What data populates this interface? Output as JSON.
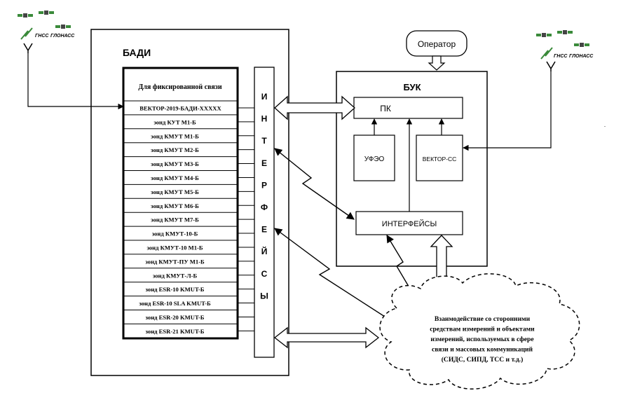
{
  "badi": {
    "title": "БАДИ",
    "list_header": "Для фиксированной связи",
    "items": [
      "ВЕКТОР-2019-БАДИ-XXXXX",
      "зонд КУТ М1-Б",
      "зонд КМУТ М1-Б",
      "зонд КМУТ М2-Б",
      "зонд КМУТ М3-Б",
      "зонд КМУТ М4-Б",
      "зонд КМУТ М5-Б",
      "зонд КМУТ М6-Б",
      "зонд КМУТ М7-Б",
      "зонд КМУТ-10-Б",
      "зонд КМУТ-10 М1-Б",
      "зонд КМУТ-ПУ М1-Б",
      "зонд КМУТ-Л-Б",
      "зонд ESR-10 KMUT-Б",
      "зонд ESR-10 SLA KMUT-Б",
      "зонд ESR-20 KMUT-Б",
      "зонд ESR-21 KMUT-Б"
    ],
    "interfaces_letters": [
      "И",
      "Н",
      "Т",
      "Е",
      "Р",
      "Ф",
      "Е",
      "Й",
      "С",
      "Ы"
    ]
  },
  "gnss_left": {
    "label1": "ГНСС",
    "label2": "ГЛОНАСС"
  },
  "gnss_right": {
    "label1": "ГНСС",
    "label2": "ГЛОНАСС"
  },
  "operator": "Оператор",
  "buk": {
    "title": "БУК",
    "pc": "ПК",
    "ufeo": "УФЭО",
    "vector_ss": "ВЕКТОР-СС",
    "interfaces": "ИНТЕРФЕЙСЫ"
  },
  "cloud": {
    "lines": [
      "Взаимодействие со сторонними",
      "средствам измерений и объектами",
      "измерений, используемых в сфере",
      "связи и массовых коммуникаций",
      "(СИДС, СИПД, ТСС и т.д.)"
    ]
  },
  "colors": {
    "line": "#000000",
    "antenna_green": "#3a8a3a",
    "background": "#ffffff"
  }
}
